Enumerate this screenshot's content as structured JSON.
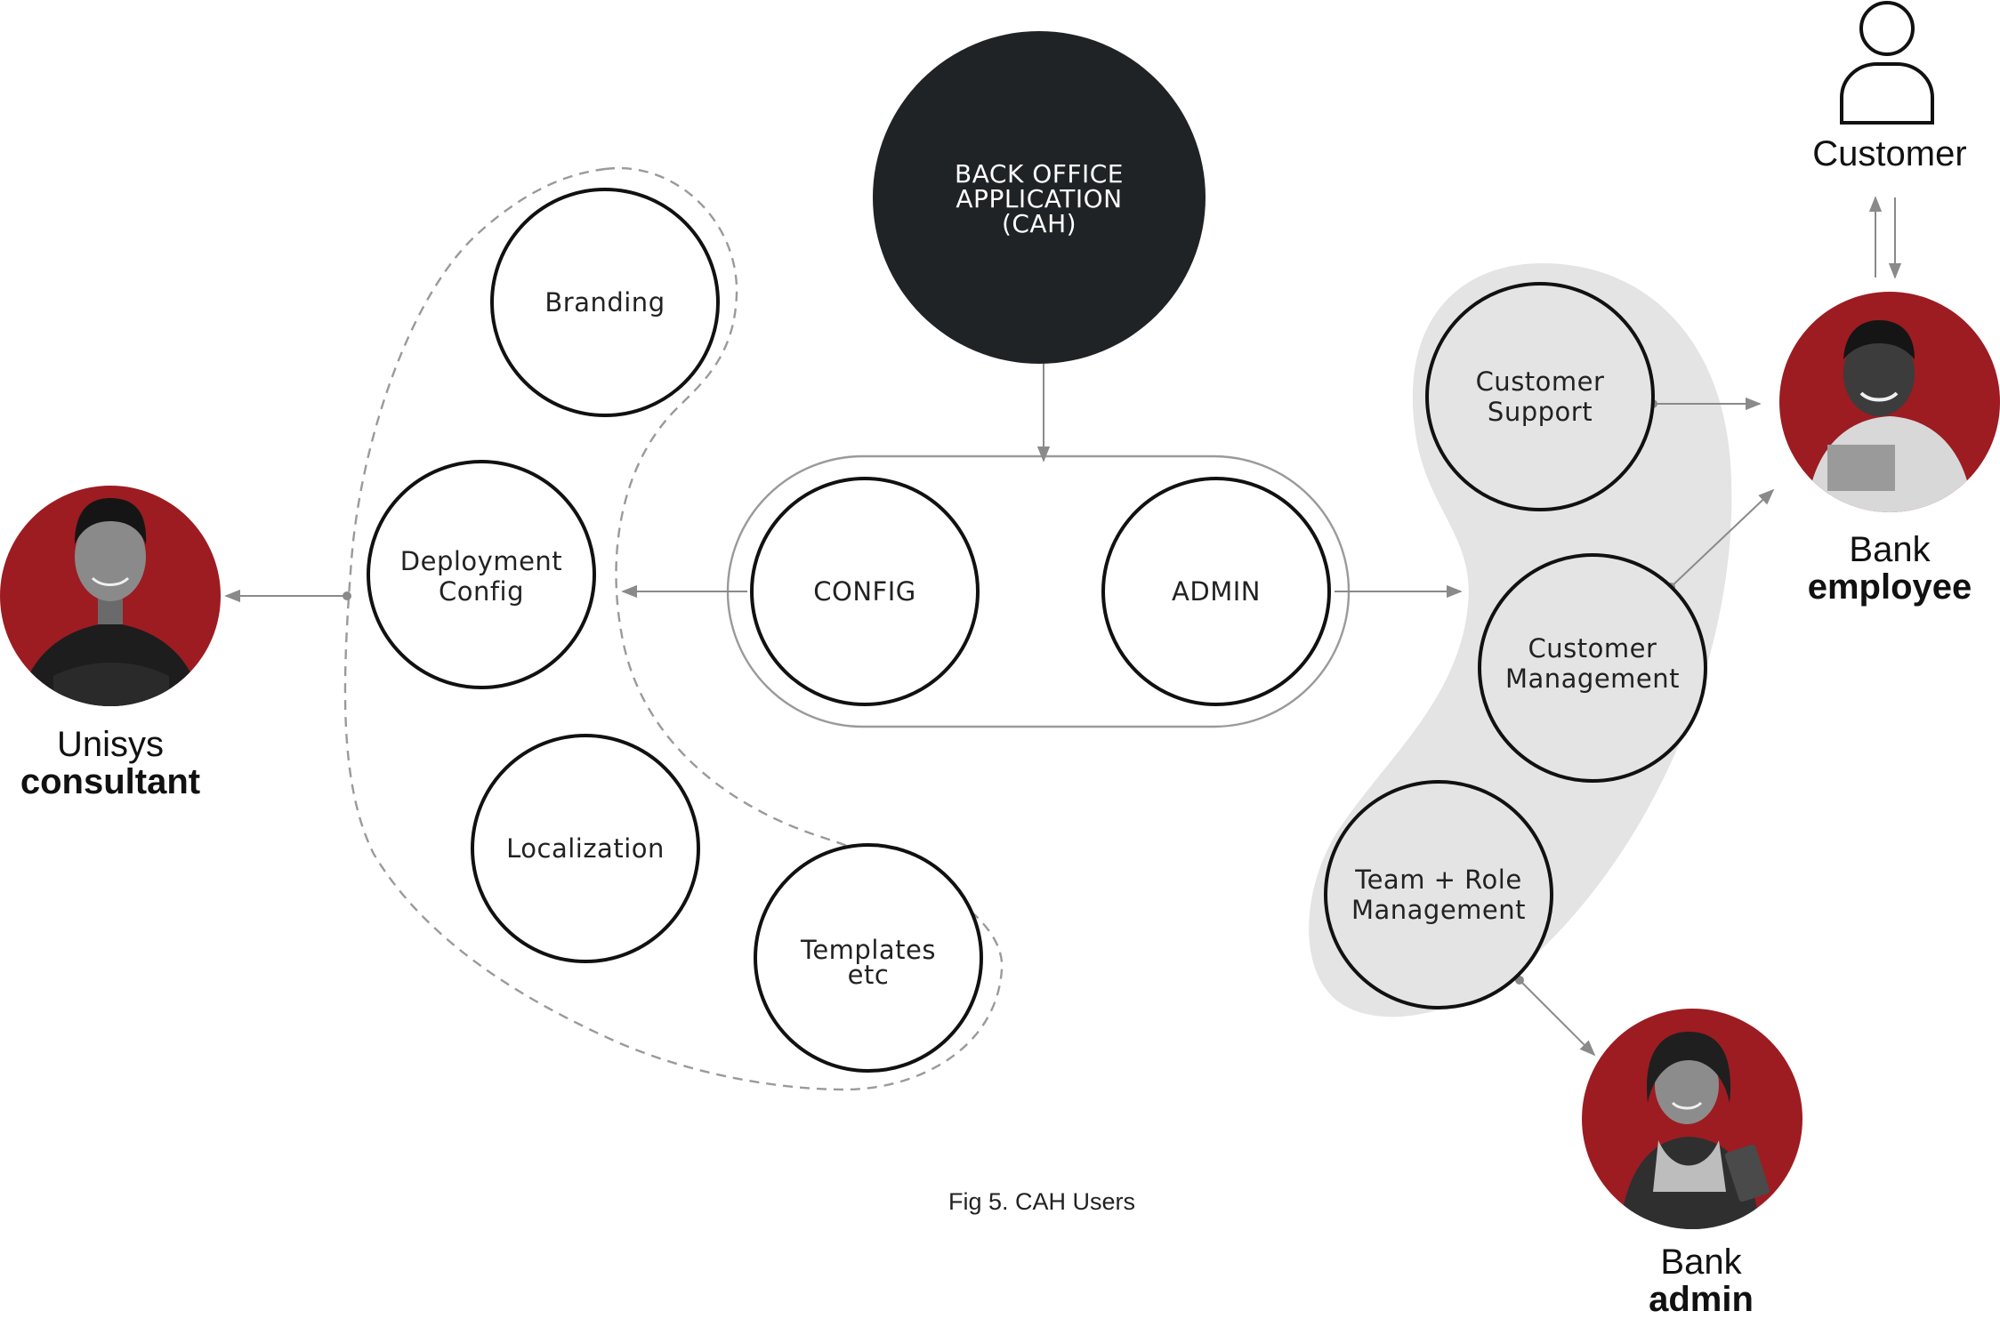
{
  "diagram": {
    "center": {
      "label": "BACK OFFICE\nAPPLICATION\n(CAH)"
    },
    "modules": [
      {
        "id": "config",
        "label": "CONFIG"
      },
      {
        "id": "admin",
        "label": "ADMIN"
      }
    ],
    "config_items": [
      {
        "id": "branding",
        "label": "Branding"
      },
      {
        "id": "deployment",
        "label": "Deployment\nConfig"
      },
      {
        "id": "localization",
        "label": "Localization"
      },
      {
        "id": "templates",
        "label": "Templates\netc"
      }
    ],
    "admin_items": [
      {
        "id": "customer-support",
        "label": "Customer\nSupport"
      },
      {
        "id": "customer-management",
        "label": "Customer\nManagement"
      },
      {
        "id": "team-role",
        "label": "Team + Role\nManagement"
      }
    ],
    "people": {
      "consultant": {
        "light": "Unisys",
        "strong": "consultant"
      },
      "employee": {
        "light": "Bank",
        "strong": "employee"
      },
      "admin": {
        "light": "Bank",
        "strong": "admin"
      },
      "customer": {
        "label": "Customer"
      }
    },
    "caption": "Fig 5. CAH Users",
    "colors": {
      "dark_node": "#202326",
      "accent_red": "#9c1c22",
      "blob_gray": "#e4e4e4",
      "arrow_gray": "#8a8a8a"
    }
  }
}
